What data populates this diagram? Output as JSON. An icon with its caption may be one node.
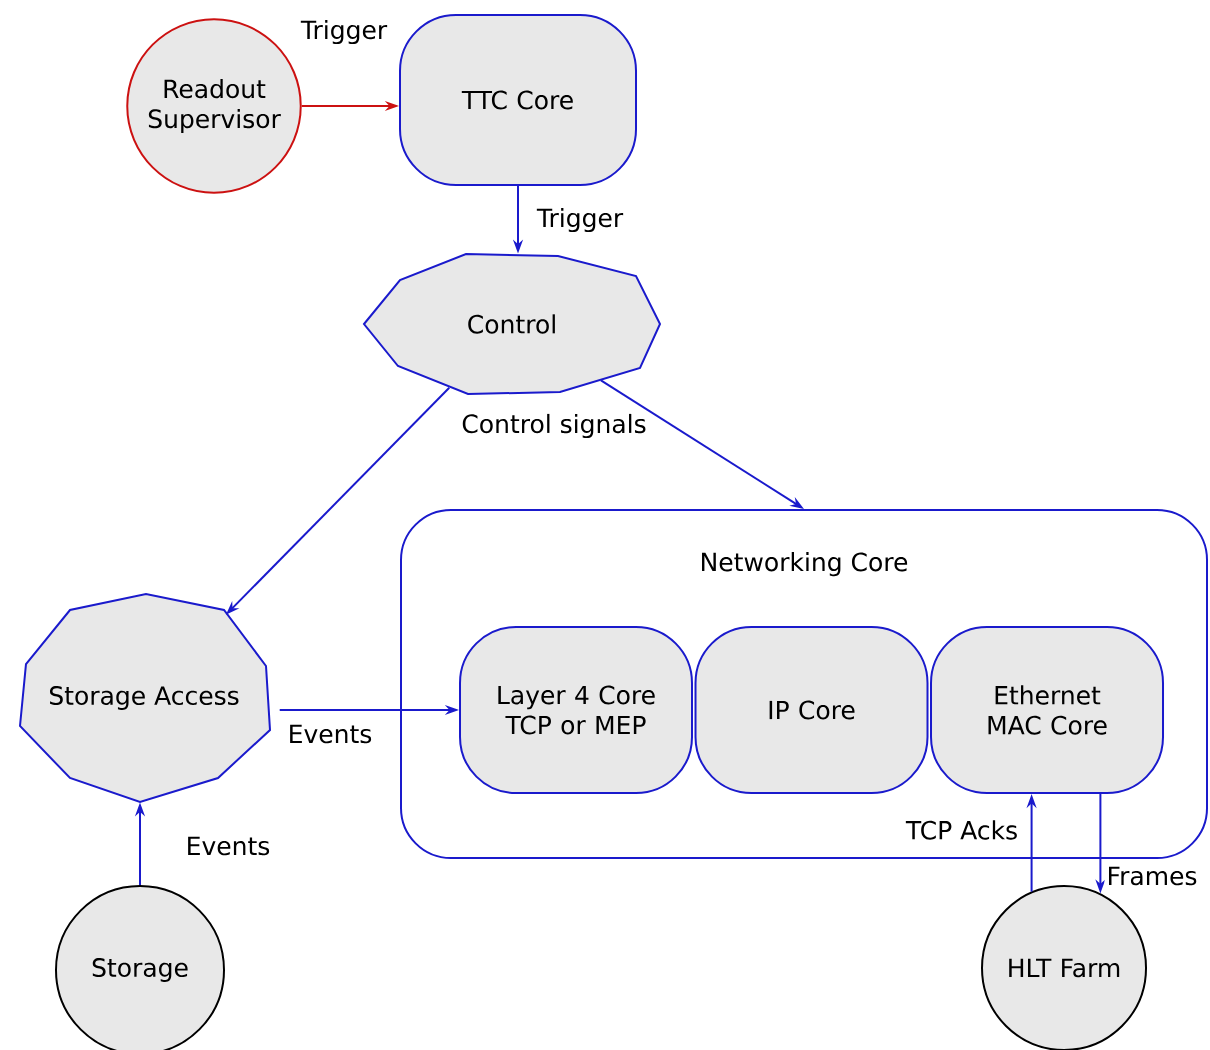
{
  "diagram": {
    "nodes": [
      {
        "text": [
          "Readout Supervisor"
        ]
      },
      {
        "text": [
          "TTC Core"
        ]
      },
      {
        "text": [
          "Control"
        ]
      },
      {
        "text": [
          "Storage Access"
        ]
      },
      {
        "text": [
          "Networking Core"
        ]
      },
      {
        "text": [
          "Layer 4 Core TCP or MEP"
        ],
        "in": 4
      },
      {
        "text": [
          "IP Core"
        ],
        "in": 4
      },
      {
        "text": [
          "Ethernet MAC Core"
        ],
        "in": 4
      },
      {
        "text": [
          "Storage"
        ]
      },
      {
        "text": [
          "HLT Farm"
        ]
      }
    ],
    "edges": [
      {
        "from": 0,
        "to": 1,
        "arrow": "to",
        "label": "Trigger",
        "color": "#cc1111"
      },
      {
        "from": 1,
        "to": 2,
        "arrow": "to",
        "label": "Trigger"
      },
      {
        "from": 2,
        "to": 3,
        "arrow": "to",
        "label": "Control signals"
      },
      {
        "from": 2,
        "to": 4,
        "arrow": "to"
      },
      {
        "from": 3,
        "to": 5,
        "arrow": "to",
        "label": "Events"
      },
      {
        "from": 8,
        "to": 3,
        "arrow": "to",
        "label": "Events"
      },
      {
        "from": 9,
        "to": 7,
        "arrow": "to",
        "label": "TCP Acks"
      },
      {
        "from": 7,
        "to": 9,
        "arrow": "to",
        "label": "Frames"
      }
    ]
  }
}
